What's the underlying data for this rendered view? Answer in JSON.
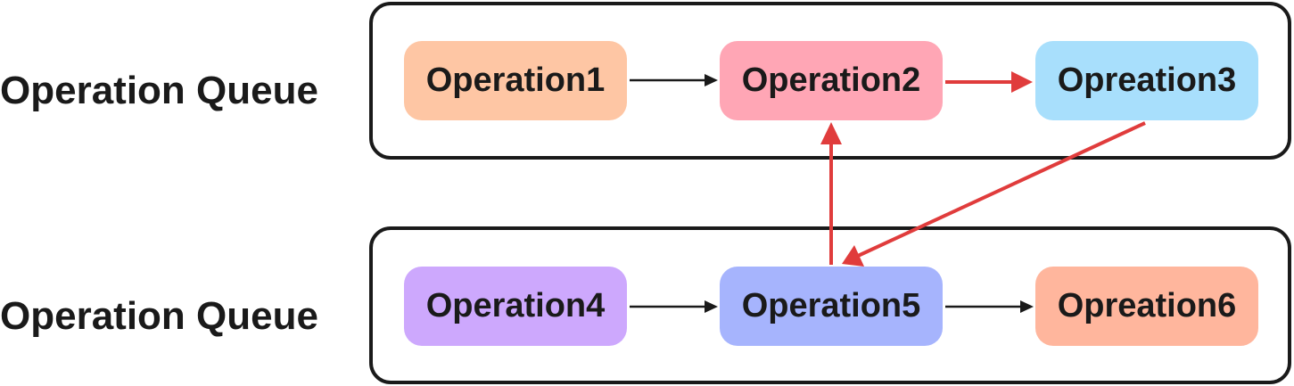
{
  "queues": [
    {
      "label": "Operation Queue"
    },
    {
      "label": "Operation Queue"
    }
  ],
  "operations": [
    {
      "label": "Operation1",
      "color": "#fec6a4"
    },
    {
      "label": "Operation2",
      "color": "#ffa6b5"
    },
    {
      "label": "Opreation3",
      "color": "#a8dffc"
    },
    {
      "label": "Operation4",
      "color": "#cda8fd"
    },
    {
      "label": "Operation5",
      "color": "#a6b4fd"
    },
    {
      "label": "Opreation6",
      "color": "#ffb69d"
    }
  ],
  "edges": [
    {
      "from": "Operation1",
      "to": "Operation2",
      "color": "#1a1a1a"
    },
    {
      "from": "Operation2",
      "to": "Opreation3",
      "color": "#e03c3c"
    },
    {
      "from": "Opreation3",
      "to": "Operation5",
      "color": "#e03c3c"
    },
    {
      "from": "Operation5",
      "to": "Operation2",
      "color": "#e03c3c"
    },
    {
      "from": "Operation4",
      "to": "Operation5",
      "color": "#1a1a1a"
    },
    {
      "from": "Operation5",
      "to": "Opreation6",
      "color": "#1a1a1a"
    }
  ]
}
